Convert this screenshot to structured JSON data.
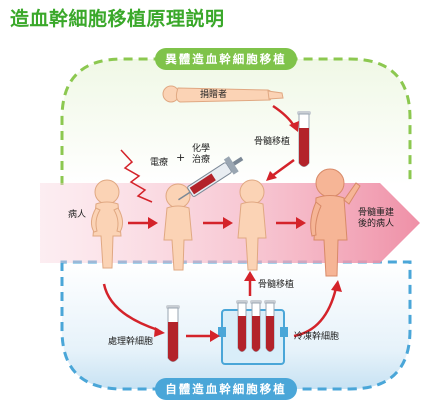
{
  "title": "造血幹細胞移植原理説明",
  "sections": {
    "allogeneic": "異體造血幹細胞移植",
    "autologous": "自體造血幹細胞移植"
  },
  "labels": {
    "donor": "捐贈者",
    "bone_marrow_transplant_top": "骨髓移植",
    "radiation": "電療",
    "plus": "+",
    "chemotherapy": "化學治療",
    "patient": "病人",
    "rebuilt": "骨髓重建後的病人",
    "bone_marrow_transplant_mid": "骨髓移植",
    "process_stem_cells": "處理幹細胞",
    "frozen_stem_cells": "冷凍幹細胞"
  },
  "colors": {
    "title": "#3aa82a",
    "allogeneic": "#7fc34a",
    "autologous": "#4aa6d8",
    "arrow": "#d4232a",
    "blood": "#b3232a",
    "skin": "#fbd3b5"
  }
}
